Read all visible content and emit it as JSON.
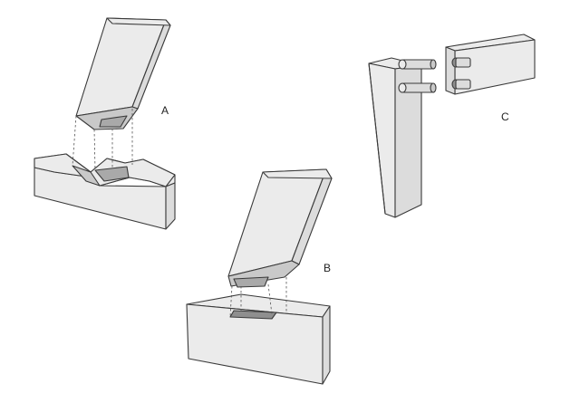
{
  "labels": {
    "a": "A",
    "b": "B",
    "c": "C"
  },
  "colors": {
    "light_face": "#ebebeb",
    "mid_face": "#dcdcdc",
    "dark_face": "#c9c9c9",
    "edge": "#3a3a3a"
  }
}
